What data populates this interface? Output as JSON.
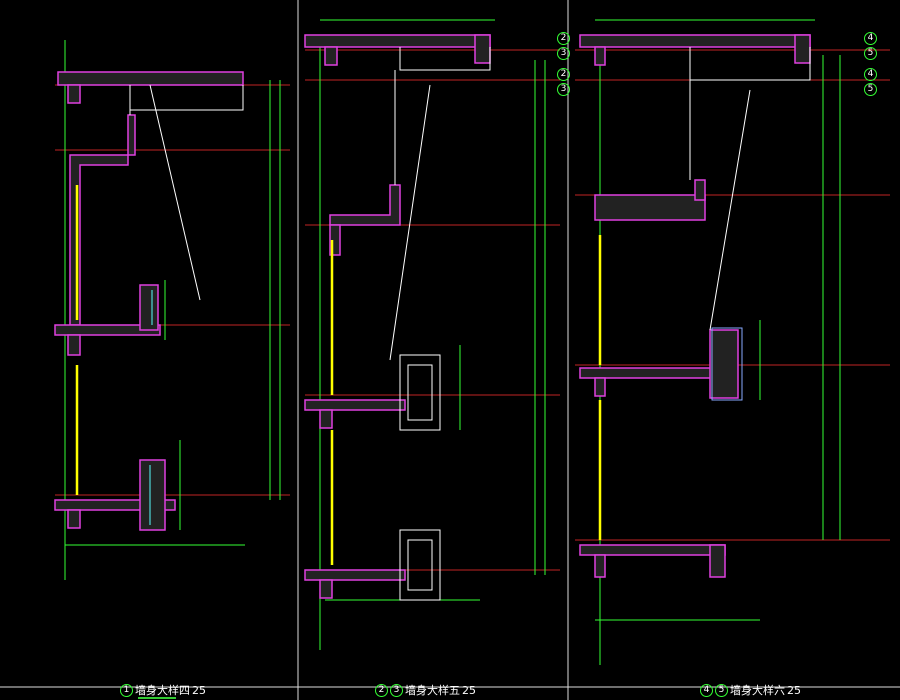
{
  "drawing": {
    "colors": {
      "background": "#000000",
      "wall": "#e040e0",
      "glass": "#ffff00",
      "dimension": "#33ff33",
      "axis": "#ff3030",
      "outline": "#ffffff"
    },
    "titles": [
      {
        "marks": [
          "1"
        ],
        "text": "墙身大样四",
        "scale": "25"
      },
      {
        "marks": [
          "2",
          "3"
        ],
        "text": "墙身大样五",
        "scale": "25"
      },
      {
        "marks": [
          "4",
          "5"
        ],
        "text": "墙身大样六",
        "scale": "25"
      }
    ],
    "section_marks_panel2": [
      "2",
      "3",
      "2",
      "3"
    ],
    "section_marks_panel3": [
      "4",
      "5",
      "4",
      "5"
    ]
  }
}
